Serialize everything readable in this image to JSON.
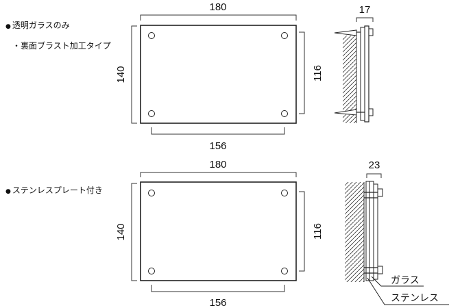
{
  "labels": {
    "clear_glass": "透明ガラスのみ",
    "back_blast": "・裏面ブラスト加工タイプ",
    "stainless": "ステンレスプレート付き",
    "bullet": "●"
  },
  "top": {
    "width": "180",
    "height": "140",
    "hole_width": "156",
    "hole_height": "116",
    "side_depth": "17"
  },
  "bottom": {
    "width": "180",
    "height": "140",
    "hole_width": "156",
    "hole_height": "116",
    "side_depth": "23",
    "glass_label": "ガラス",
    "stainless_label": "ステンレス"
  }
}
